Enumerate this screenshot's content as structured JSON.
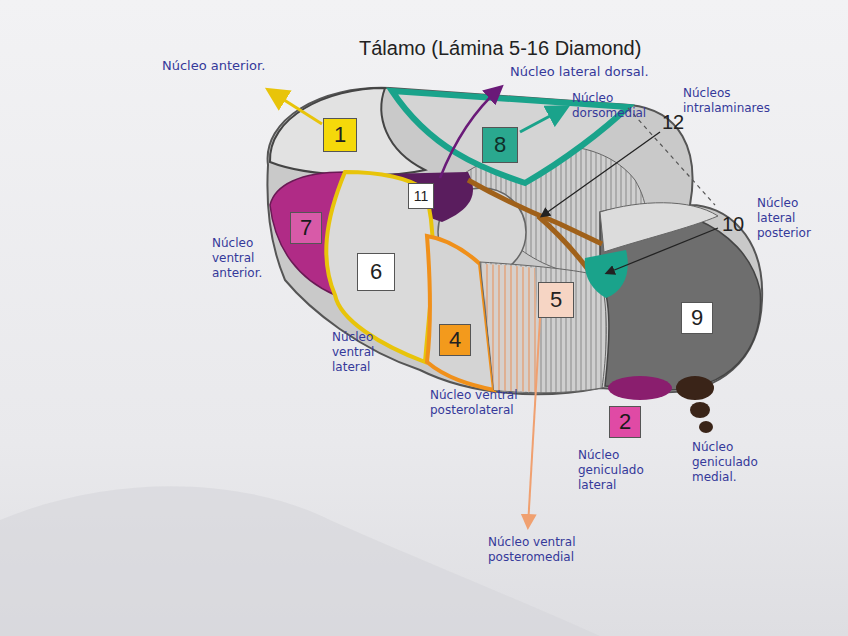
{
  "diagram": {
    "title": "Tálamo (Lámina 5-16 Diamond)",
    "nodes": [
      {
        "text": [
          "1"
        ]
      },
      {
        "text": [
          "8"
        ]
      },
      {
        "text": [
          "11"
        ]
      },
      {
        "text": [
          "7"
        ]
      },
      {
        "text": [
          "6"
        ]
      },
      {
        "text": [
          "5"
        ]
      },
      {
        "text": [
          "9"
        ]
      },
      {
        "text": [
          "4"
        ]
      },
      {
        "text": [
          "2"
        ]
      }
    ],
    "labels": [
      "Núcleo anterior.",
      "Núcleo lateral dorsal.",
      "Núcleo dorsomedial",
      "Núcleos intralaminares",
      "12",
      "10",
      "Núcleo lateral posterior",
      "Núcleo ventral anterior.",
      "Núcleo ventral lateral",
      "Núcleo ventral posterolateral",
      "Núcleo geniculado lateral",
      "Núcleo geniculado medial.",
      "Núcleo ventral posteromedial"
    ]
  }
}
